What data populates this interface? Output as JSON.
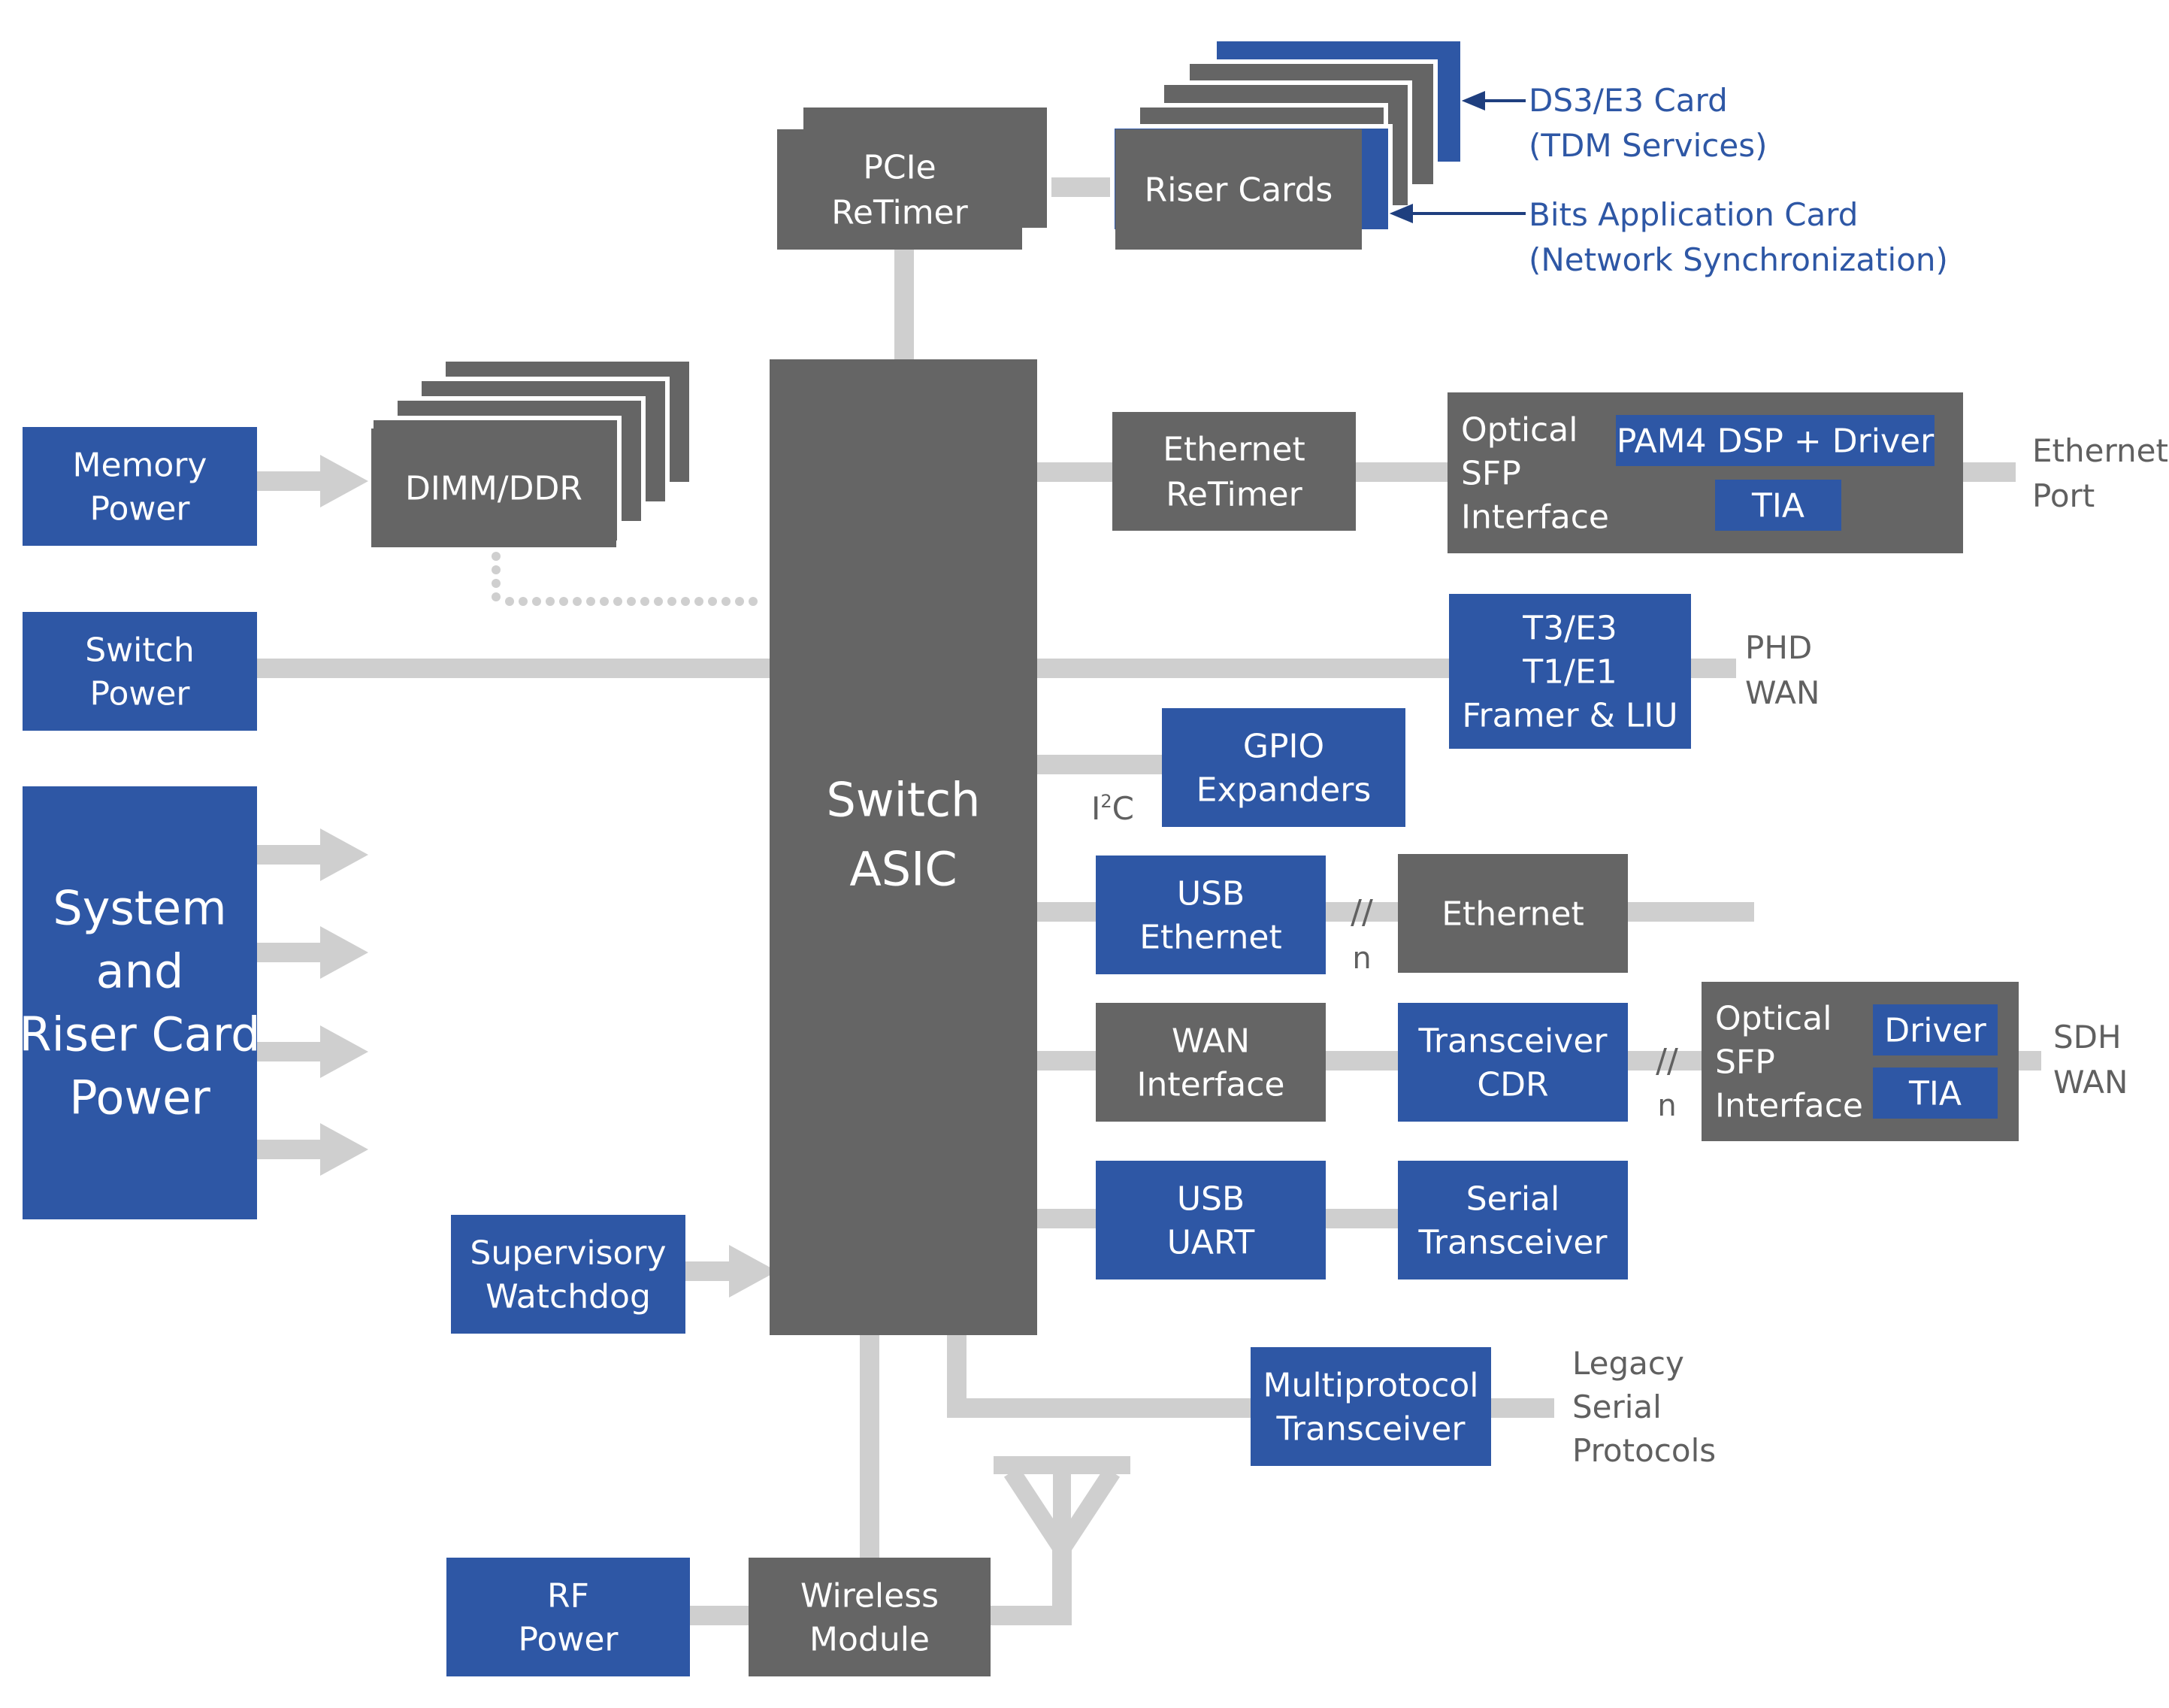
{
  "colors": {
    "blue": "#2e57a5",
    "gray": "#656565",
    "connector": "#cfcfcf",
    "box_text": "#ffffff",
    "label_text": "#606060",
    "callout_text": "#2e57a5"
  },
  "blocks": {
    "switch_asic": [
      "Switch",
      "ASIC"
    ],
    "pcie_retimer": [
      "PCIe",
      "ReTimer"
    ],
    "riser_cards": [
      "Riser Cards"
    ],
    "memory_power": [
      "Memory",
      "Power"
    ],
    "dimm_ddr": [
      "DIMM/DDR"
    ],
    "switch_power": [
      "Switch",
      "Power"
    ],
    "system_riser_power": [
      "System",
      "and",
      "Riser Card",
      "Power"
    ],
    "ethernet_retimer": [
      "Ethernet",
      "ReTimer"
    ],
    "optical_sfp_top": [
      "Optical",
      "SFP",
      "Interface"
    ],
    "pam4_dsp": [
      "PAM4 DSP + Driver"
    ],
    "tia_top": [
      "TIA"
    ],
    "t3e3_framer": [
      "T3/E3",
      "T1/E1",
      "Framer & LIU"
    ],
    "gpio_expanders": [
      "GPIO",
      "Expanders"
    ],
    "usb_ethernet": [
      "USB",
      "Ethernet"
    ],
    "ethernet": [
      "Ethernet"
    ],
    "wan_interface": [
      "WAN",
      "Interface"
    ],
    "transceiver_cdr": [
      "Transceiver",
      "CDR"
    ],
    "optical_sfp_bottom": [
      "Optical",
      "SFP",
      "Interface"
    ],
    "driver": [
      "Driver"
    ],
    "tia_bottom": [
      "TIA"
    ],
    "usb_uart": [
      "USB",
      "UART"
    ],
    "serial_transceiver": [
      "Serial",
      "Transceiver"
    ],
    "supervisory_watchdog": [
      "Supervisory",
      "Watchdog"
    ],
    "multiprotocol_transceiver": [
      "Multiprotocol",
      "Transceiver"
    ],
    "rf_power": [
      "RF",
      "Power"
    ],
    "wireless_module": [
      "Wireless",
      "Module"
    ]
  },
  "labels": {
    "ethernet_port": [
      "Ethernet",
      "Port"
    ],
    "phd_wan": [
      "PHD",
      "WAN"
    ],
    "sdh_wan": [
      "SDH",
      "WAN"
    ],
    "legacy_serial": [
      "Legacy",
      "Serial",
      "Protocols"
    ],
    "i2c": {
      "main": "I",
      "sup": "2",
      "tail": "C"
    },
    "bus_mark_1": "//",
    "bus_n_1": "n",
    "bus_mark_2": "//",
    "bus_n_2": "n"
  },
  "callouts": {
    "ds3_card": [
      "DS3/E3 Card",
      "(TDM Services)"
    ],
    "bits_card": [
      "Bits Application Card",
      "(Network Synchronization)"
    ]
  }
}
